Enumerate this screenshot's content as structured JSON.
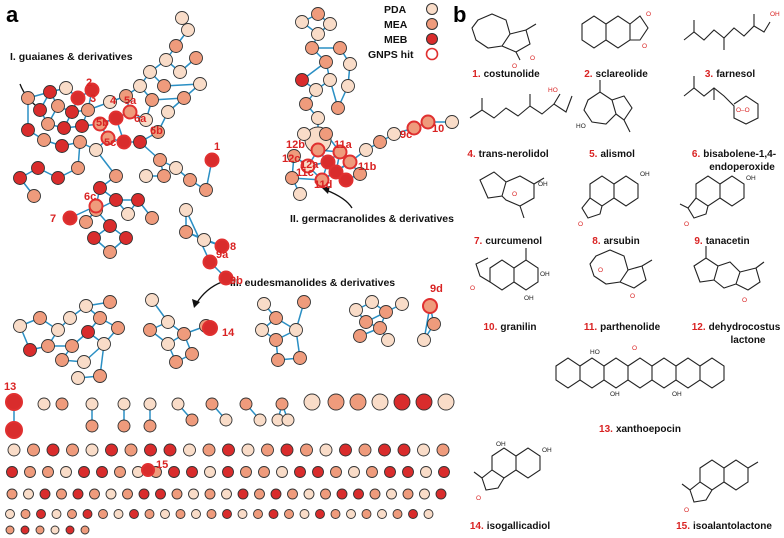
{
  "panel_a": {
    "letter": "a",
    "legend": [
      {
        "label": "PDA",
        "fill": "#f9dcc8"
      },
      {
        "label": "MEA",
        "fill": "#ef9b7c"
      },
      {
        "label": "MEB",
        "fill": "#d92c2c"
      },
      {
        "label": "GNPS hit",
        "fill": "#ffffff"
      }
    ],
    "clusters": [
      {
        "label": "I. guaianes & derivatives"
      },
      {
        "label": "II. germacranolides & derivatives"
      },
      {
        "label": "III. eudesmanolides & derivatives"
      }
    ],
    "node_labels": [
      "1",
      "2",
      "3",
      "4",
      "5a",
      "5b",
      "5c",
      "6a",
      "6b",
      "6c",
      "7",
      "8",
      "9a",
      "9b",
      "9c",
      "9d",
      "10",
      "11a",
      "11b",
      "11c",
      "11d",
      "12a",
      "12b",
      "12c",
      "13",
      "14",
      "15"
    ]
  },
  "panel_b": {
    "letter": "b",
    "compounds": [
      {
        "num": "1.",
        "name": "costunolide"
      },
      {
        "num": "2.",
        "name": "sclareolide"
      },
      {
        "num": "3.",
        "name": "farnesol"
      },
      {
        "num": "4.",
        "name": "trans-nerolidol"
      },
      {
        "num": "5.",
        "name": "alismol"
      },
      {
        "num": "6.",
        "name": "bisabolene-1,4-",
        "name2": "endoperoxide"
      },
      {
        "num": "7.",
        "name": "curcumenol"
      },
      {
        "num": "8.",
        "name": "arsubin"
      },
      {
        "num": "9.",
        "name": "tanacetin"
      },
      {
        "num": "10.",
        "name": "granilin"
      },
      {
        "num": "11.",
        "name": "parthenolide"
      },
      {
        "num": "12.",
        "name": "dehydrocostus",
        "name2": "lactone"
      },
      {
        "num": "13.",
        "name": "xanthoepocin"
      },
      {
        "num": "14.",
        "name": "isogallicadiol"
      },
      {
        "num": "15.",
        "name": "isoalantolactone"
      }
    ]
  },
  "colors": {
    "edge": "#2a8fc4",
    "pda": "#f9dcc8",
    "mea": "#ef9b7c",
    "meb": "#d92c2c",
    "hit": "#e03030",
    "accent": "#d92323"
  }
}
